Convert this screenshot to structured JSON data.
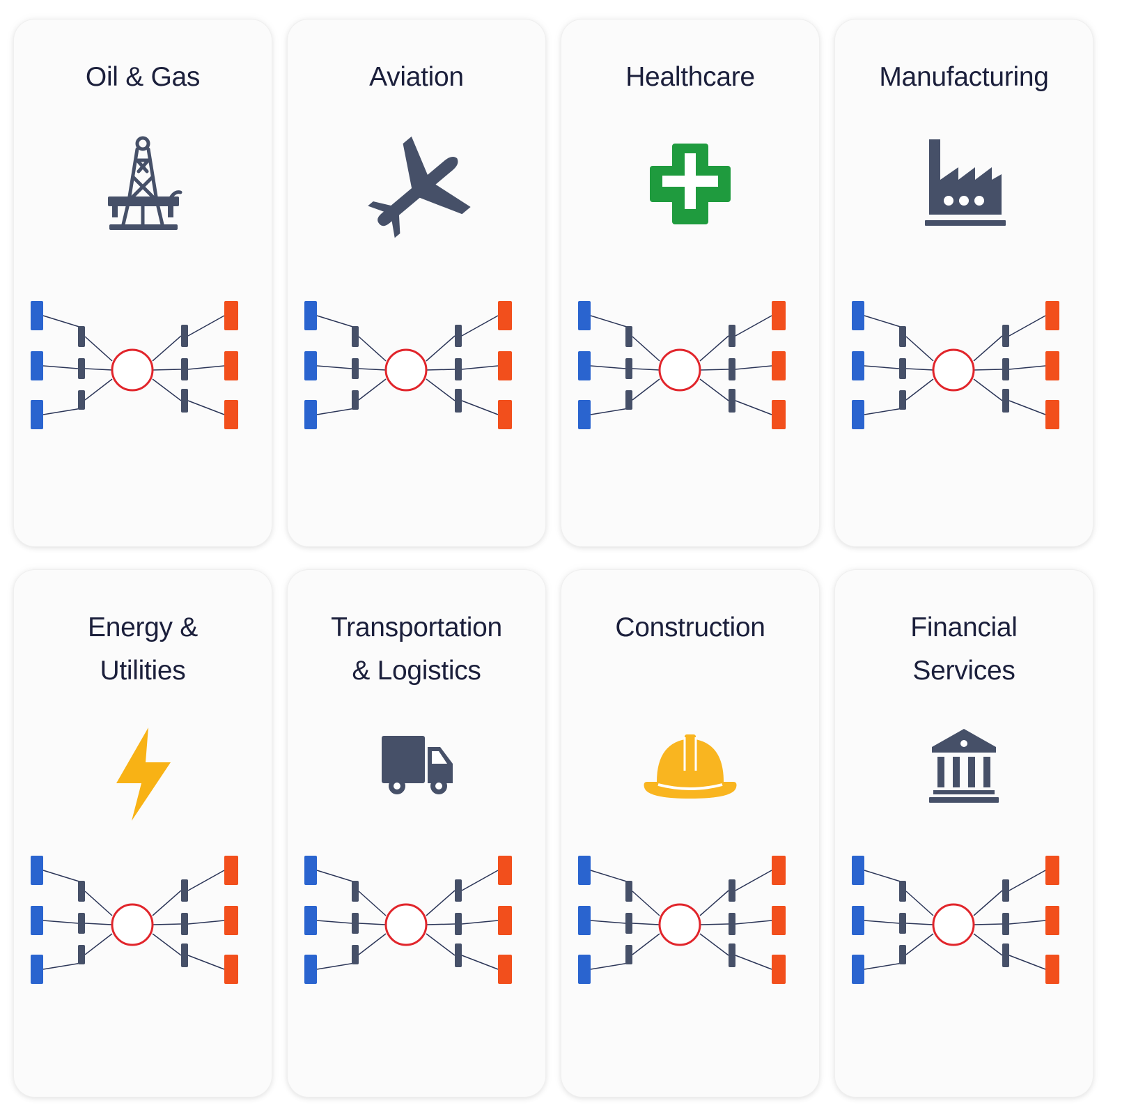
{
  "colors": {
    "title": "#1b1f3b",
    "icon_dark": "#465068",
    "input_node": "#2a64cf",
    "middle_node": "#465068",
    "output_node": "#f24f1c",
    "hub": "#e1252b",
    "edge": "#2b3557",
    "healthcare_green": "#1f9b3e",
    "energy_yellow": "#f8b215",
    "construction_yellow": "#f9b520"
  },
  "cards": [
    {
      "title": "Oil & Gas",
      "icon": "oil-rig-icon"
    },
    {
      "title": "Aviation",
      "icon": "airplane-icon"
    },
    {
      "title": "Healthcare",
      "icon": "medical-cross-icon"
    },
    {
      "title": "Manufacturing",
      "icon": "factory-icon"
    },
    {
      "title": "Energy &\nUtilities",
      "icon": "lightning-bolt-icon"
    },
    {
      "title": "Transportation\n& Logistics",
      "icon": "truck-icon"
    },
    {
      "title": "Construction",
      "icon": "hard-hat-icon"
    },
    {
      "title": "Financial\nServices",
      "icon": "bank-icon"
    }
  ]
}
